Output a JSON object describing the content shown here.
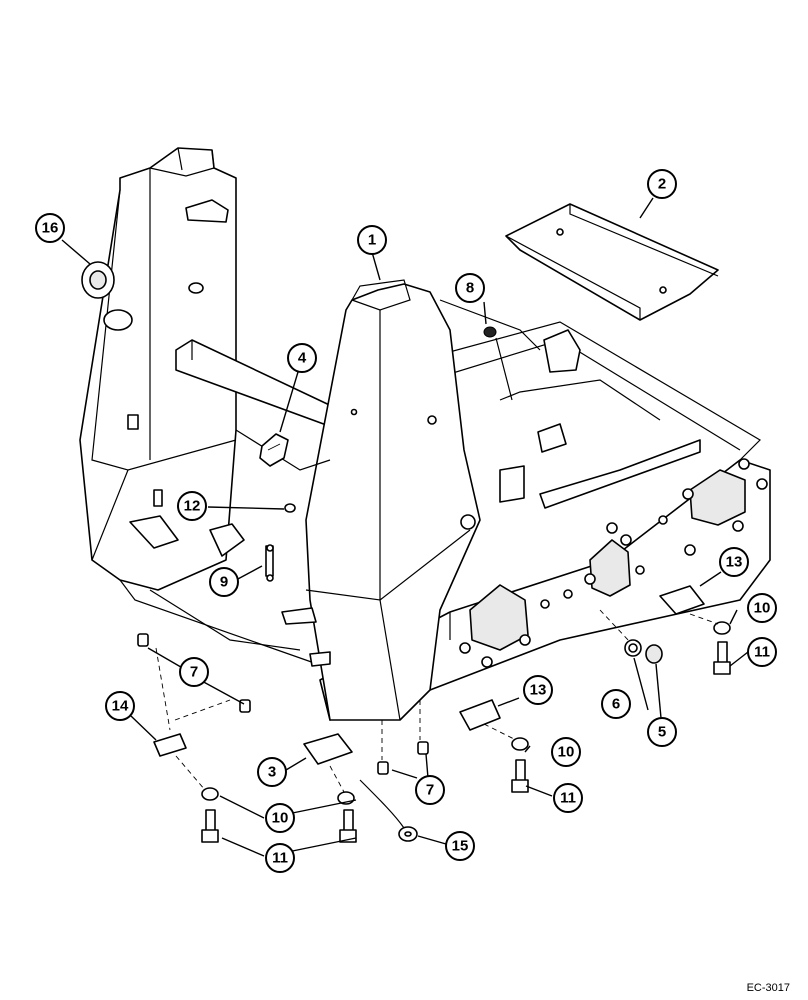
{
  "diagram": {
    "drawing_code": "EC-3017",
    "callouts": [
      {
        "id": "c1",
        "label": "1"
      },
      {
        "id": "c2",
        "label": "2"
      },
      {
        "id": "c3",
        "label": "3"
      },
      {
        "id": "c4",
        "label": "4"
      },
      {
        "id": "c5",
        "label": "5"
      },
      {
        "id": "c6",
        "label": "6"
      },
      {
        "id": "c7a",
        "label": "7"
      },
      {
        "id": "c7b",
        "label": "7"
      },
      {
        "id": "c8",
        "label": "8"
      },
      {
        "id": "c9",
        "label": "9"
      },
      {
        "id": "c10a",
        "label": "10"
      },
      {
        "id": "c10b",
        "label": "10"
      },
      {
        "id": "c10c",
        "label": "10"
      },
      {
        "id": "c11a",
        "label": "11"
      },
      {
        "id": "c11b",
        "label": "11"
      },
      {
        "id": "c11c",
        "label": "11"
      },
      {
        "id": "c12",
        "label": "12"
      },
      {
        "id": "c13a",
        "label": "13"
      },
      {
        "id": "c13b",
        "label": "13"
      },
      {
        "id": "c14",
        "label": "14"
      },
      {
        "id": "c15",
        "label": "15"
      },
      {
        "id": "c16",
        "label": "16"
      }
    ]
  }
}
